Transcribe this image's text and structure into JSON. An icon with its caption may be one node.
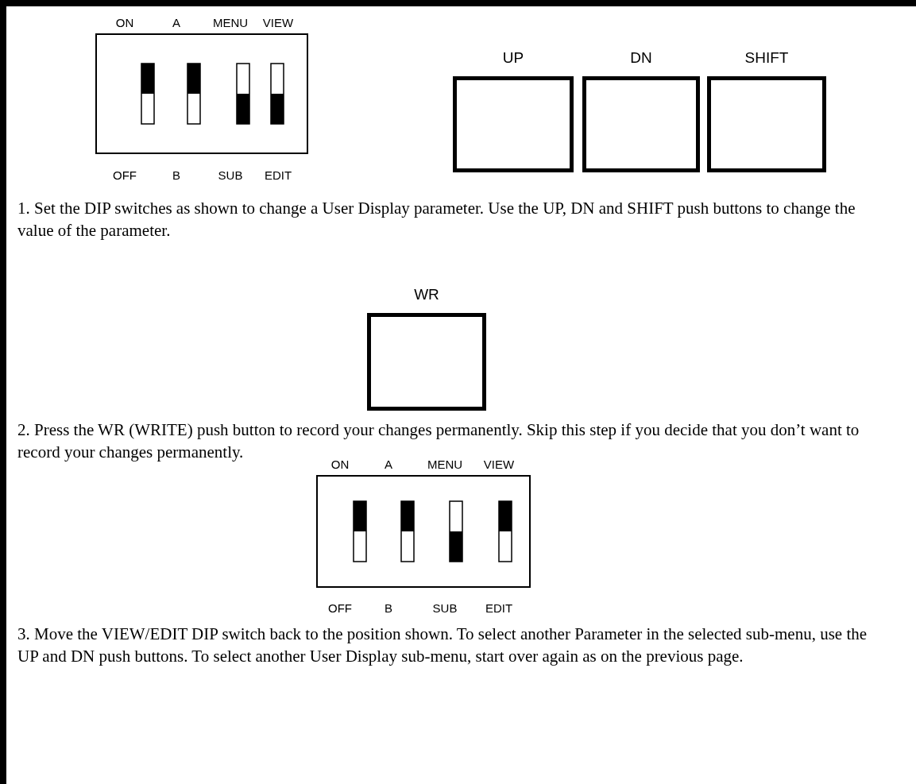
{
  "diagram": {
    "nodes": [
      {
        "text": [
          "UP"
        ]
      },
      {
        "text": [
          "DN"
        ]
      },
      {
        "text": [
          "SHIFT"
        ]
      },
      {
        "text": [
          "WR"
        ]
      }
    ],
    "labels": [
      "ON",
      "A",
      "MENU",
      "VIEW",
      "OFF",
      "B",
      "SUB",
      "EDIT",
      "1.  Set the DIP switches as shown to change a User Display parameter. Use the UP, DN and SHIFT push buttons to change the value of the parameter.",
      "2.  Press the WR (WRITE) push button to record your changes permanently. Skip this step if you decide that you don’t want to record your changes permanently.",
      "ON",
      "A",
      "MENU",
      "VIEW",
      "OFF",
      "B",
      "SUB",
      "EDIT",
      "3.  Move the VIEW/EDIT DIP switch back to the position shown. To select another Parameter in the selected sub-menu, use the UP and DN push buttons. To select another User Display sub-menu, start over again as on the previous page."
    ]
  }
}
